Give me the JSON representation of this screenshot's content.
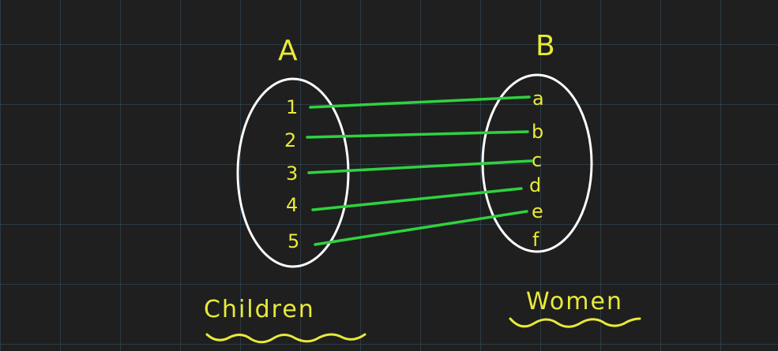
{
  "set_a": {
    "title": "A",
    "elements": [
      "1",
      "2",
      "3",
      "4",
      "5"
    ],
    "caption": "Children"
  },
  "set_b": {
    "title": "B",
    "elements": [
      "a",
      "b",
      "c",
      "d",
      "e",
      "f"
    ],
    "caption": "Women"
  },
  "mappings": [
    {
      "from": "1",
      "to": "a"
    },
    {
      "from": "2",
      "to": "b"
    },
    {
      "from": "3",
      "to": "c"
    },
    {
      "from": "4",
      "to": "d"
    },
    {
      "from": "5",
      "to": "e"
    }
  ],
  "colors": {
    "background": "#1f1f1f",
    "grid": "#466e87",
    "text": "#e8ea3a",
    "oval": "#ffffff",
    "arrow": "#2fd23f"
  }
}
